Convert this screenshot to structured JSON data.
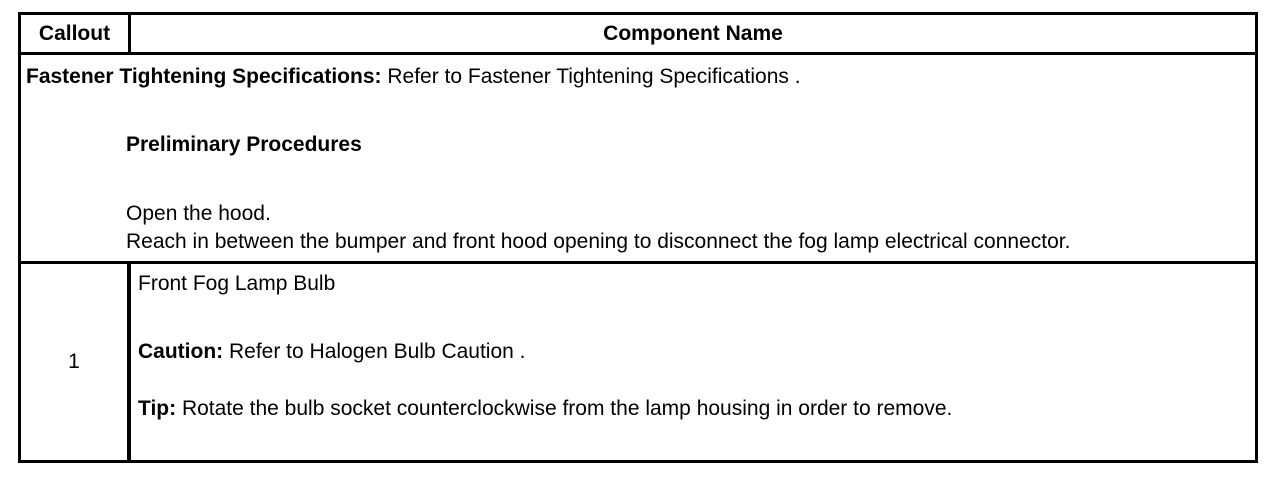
{
  "table": {
    "headers": {
      "callout": "Callout",
      "component_name": "Component Name"
    },
    "spec_section": {
      "fastener_label": "Fastener Tightening Specifications:",
      "fastener_text": " Refer to Fastener Tightening Specifications .",
      "preliminary_title": "Preliminary Procedures",
      "steps": [
        "Open the hood.",
        "Reach in between the bumper and front hood opening to disconnect the fog lamp electrical connector."
      ]
    },
    "rows": [
      {
        "callout": "1",
        "component_name": "Front Fog Lamp Bulb",
        "caution_label": "Caution:",
        "caution_text": " Refer to Halogen Bulb Caution .",
        "tip_label": "Tip:",
        "tip_text": " Rotate the bulb socket counterclockwise from the lamp housing in order to remove."
      }
    ]
  }
}
